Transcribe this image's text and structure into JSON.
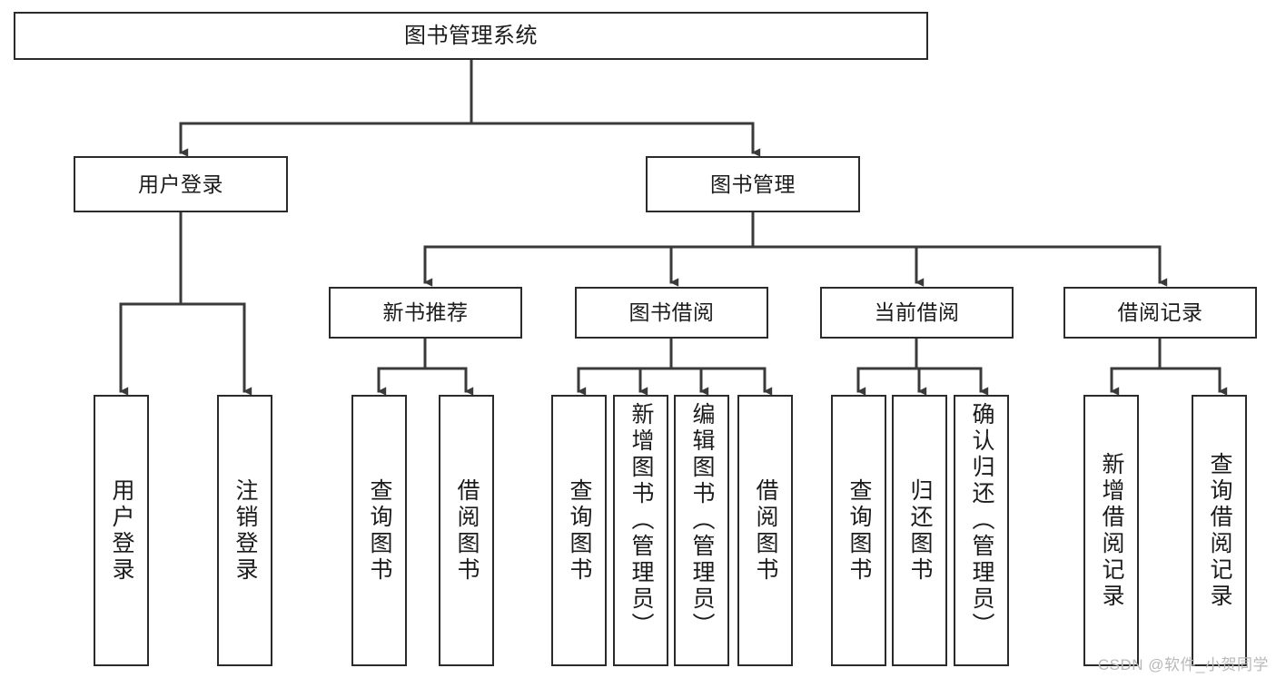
{
  "diagram": {
    "title": "图书管理系统",
    "type": "tree",
    "orientation": "top-down",
    "colors": {
      "box_border": "#2b2b2b",
      "box_fill": "#ffffff",
      "connector": "#3a3a3a",
      "text": "#1b1b1b",
      "watermark": "#b9b9b9",
      "background": "#ffffff"
    },
    "nodes": {
      "root": {
        "label": "图书管理系统",
        "level": 0
      },
      "level1": [
        {
          "id": "user-login",
          "label": "用户登录"
        },
        {
          "id": "book-manage",
          "label": "图书管理"
        }
      ],
      "level2": [
        {
          "id": "new-book-recommend",
          "label": "新书推荐",
          "parent": "book-manage"
        },
        {
          "id": "book-borrow",
          "label": "图书借阅",
          "parent": "book-manage"
        },
        {
          "id": "current-borrow",
          "label": "当前借阅",
          "parent": "book-manage"
        },
        {
          "id": "borrow-record",
          "label": "借阅记录",
          "parent": "book-manage"
        }
      ],
      "leaves": [
        {
          "id": "leaf-user-login",
          "label": "用户登录",
          "parent": "user-login"
        },
        {
          "id": "leaf-user-logout",
          "label": "注销登录",
          "parent": "user-login"
        },
        {
          "id": "leaf-query-book-1",
          "label": "查询图书",
          "parent": "new-book-recommend"
        },
        {
          "id": "leaf-borrow-book-1",
          "label": "借阅图书",
          "parent": "new-book-recommend"
        },
        {
          "id": "leaf-query-book-2",
          "label": "查询图书",
          "parent": "book-borrow"
        },
        {
          "id": "leaf-add-book",
          "label": "新增图书（管理员）",
          "parent": "book-borrow"
        },
        {
          "id": "leaf-edit-book",
          "label": "编辑图书（管理员）",
          "parent": "book-borrow"
        },
        {
          "id": "leaf-borrow-book-2",
          "label": "借阅图书",
          "parent": "book-borrow"
        },
        {
          "id": "leaf-query-book-3",
          "label": "查询图书",
          "parent": "current-borrow"
        },
        {
          "id": "leaf-return-book",
          "label": "归还图书",
          "parent": "current-borrow"
        },
        {
          "id": "leaf-confirm-return",
          "label": "确认归还（管理员）",
          "parent": "current-borrow"
        },
        {
          "id": "leaf-add-record",
          "label": "新增借阅记录",
          "parent": "borrow-record"
        },
        {
          "id": "leaf-query-record",
          "label": "查询借阅记录",
          "parent": "borrow-record"
        }
      ]
    },
    "watermark": "CSDN @软件_小贺同学"
  }
}
